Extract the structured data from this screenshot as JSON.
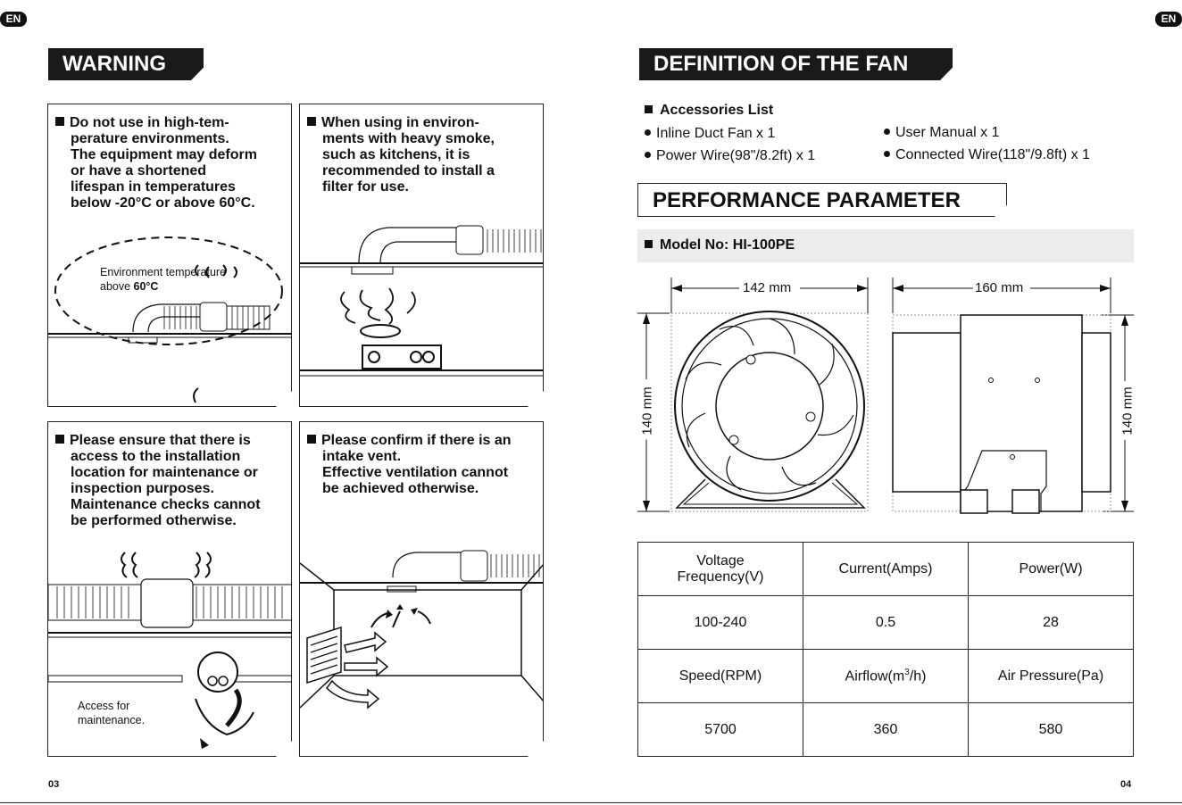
{
  "badges": {
    "left": "EN",
    "right": "EN"
  },
  "left_page": {
    "title": "WARNING",
    "panels": [
      {
        "lines": [
          "Do not use in high-tem-",
          "perature environments.",
          "The equipment may deform",
          "or have a shortened",
          "lifespan in temperatures",
          "below -20°C or above 60°C."
        ],
        "note_line1": "Environment temperature",
        "note_line2_prefix": "above ",
        "note_line2_bold": "60°C"
      },
      {
        "lines": [
          "When using in environ-",
          "ments with heavy smoke,",
          "such as kitchens, it is",
          "recommended to install a",
          "filter for use."
        ]
      },
      {
        "lines": [
          "Please ensure that there is",
          "access to the installation",
          "location for maintenance or",
          "inspection purposes.",
          "Maintenance checks cannot",
          "be performed otherwise."
        ],
        "note_line1": "Access for",
        "note_line2": "maintenance."
      },
      {
        "lines": [
          "Please confirm if there is an",
          "intake vent.",
          "Effective ventilation cannot",
          "be achieved otherwise."
        ]
      }
    ],
    "page_number": "03"
  },
  "right_page": {
    "title": "DEFINITION OF THE FAN",
    "accessories_heading": "Accessories List",
    "accessories": [
      "Inline Duct Fan x 1",
      "Power Wire(98\"/8.2ft) x 1",
      "User Manual x 1",
      "Connected Wire(118\"/9.8ft) x 1"
    ],
    "performance_title": "PERFORMANCE PARAMETER",
    "model": "Model No: HI-100PE",
    "dimensions": {
      "front_width": "142 mm",
      "side_width": "160 mm",
      "height_left": "140 mm",
      "height_right": "140 mm"
    },
    "table": {
      "row1": [
        "Voltage",
        "Frequency(V)",
        "Current(Amps)",
        "Power(W)"
      ],
      "row2": [
        "100-240",
        "0.5",
        "28"
      ],
      "row3": [
        "Speed(RPM)",
        "Airflow(m",
        "3",
        "/h)",
        "Air Pressure(Pa)"
      ],
      "row4": [
        "5700",
        "360",
        "580"
      ]
    },
    "page_number": "04"
  }
}
